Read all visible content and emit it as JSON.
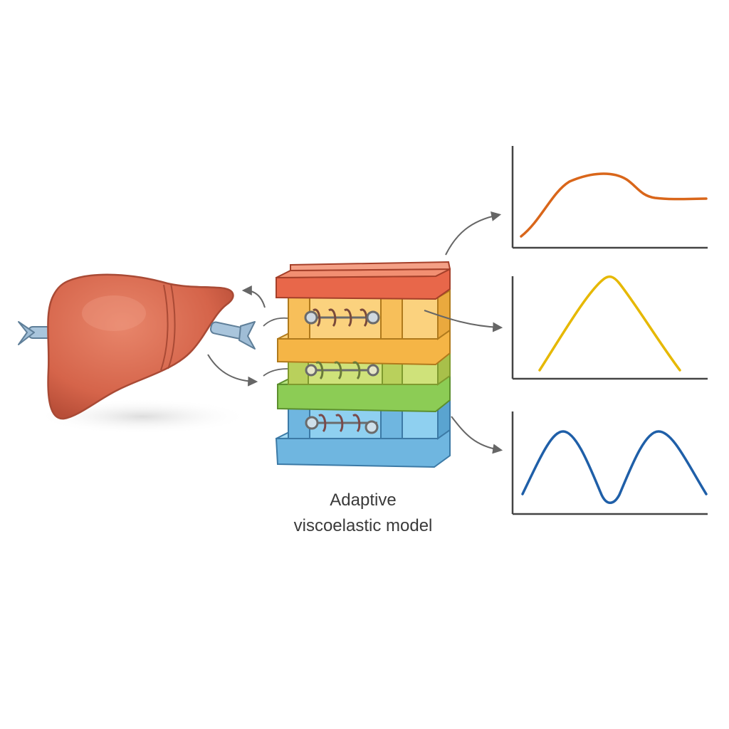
{
  "caption": {
    "line1": "Adaptive",
    "line2": "viscoelastic model"
  },
  "icons": {
    "organ": "liver-icon",
    "model": "layered-spring-damper-stack-icon",
    "outputs": [
      "rise-plateau-curve",
      "single-peak-curve",
      "sinusoid-curve"
    ]
  },
  "colors": {
    "liver": "#d9694f",
    "probe": "#9fbdd6",
    "layer_red": "#ee7a5e",
    "layer_orange": "#f7c15a",
    "layer_lime": "#c6d86a",
    "layer_green": "#9bd06a",
    "layer_blue": "#7fc4e8",
    "curve_orange": "#d9661a",
    "curve_yellow": "#e6b800",
    "curve_blue": "#1f5fa8",
    "arrow": "#666666",
    "axis": "#444444"
  }
}
